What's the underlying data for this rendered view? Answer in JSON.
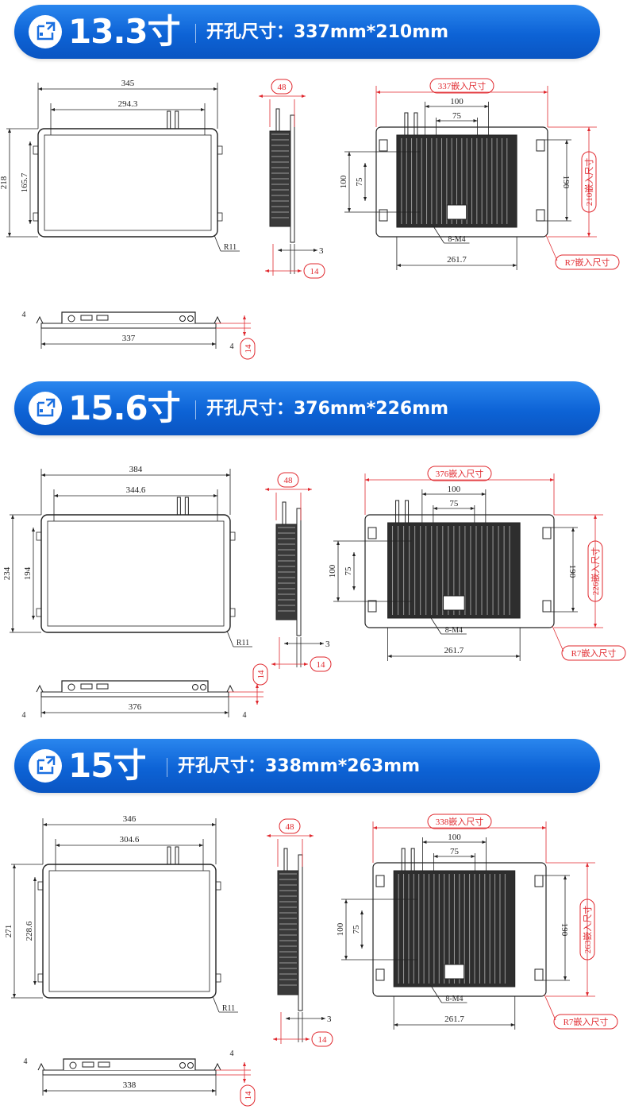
{
  "sections": [
    {
      "size": "13.3寸",
      "cutout": "开孔尺寸：337mm*210mm",
      "front": {
        "width": "345",
        "inner_width": "294.3",
        "height": "218",
        "inner_height": "165.7",
        "radius": "R11"
      },
      "side": {
        "depth": "48",
        "bezel": "3",
        "total": "14"
      },
      "back": {
        "embed_width": "337嵌入尺寸",
        "vesa_outer": "100",
        "vesa_inner": "75",
        "v_outer": "100",
        "v_inner": "75",
        "mount_h": "190",
        "embed_height": "210嵌入尺寸",
        "screws": "8-M4",
        "base": "261.7",
        "corner": "R7嵌入尺寸"
      },
      "bottom": {
        "clip_left": "4",
        "clip_right": "4",
        "width": "337",
        "thickness": "14"
      }
    },
    {
      "size": "15.6寸",
      "cutout": "开孔尺寸：376mm*226mm",
      "front": {
        "width": "384",
        "inner_width": "344.6",
        "height": "234",
        "inner_height": "194",
        "radius": "R11"
      },
      "side": {
        "depth": "48",
        "bezel": "3",
        "total": "14"
      },
      "back": {
        "embed_width": "376嵌入尺寸",
        "vesa_outer": "100",
        "vesa_inner": "75",
        "v_outer": "100",
        "v_inner": "75",
        "mount_h": "190",
        "embed_height": "226嵌入尺寸",
        "screws": "8-M4",
        "base": "261.7",
        "corner": "R7嵌入尺寸"
      },
      "bottom": {
        "clip_left": "4",
        "clip_right": "4",
        "width": "376",
        "thickness": "14"
      }
    },
    {
      "size": "15寸",
      "cutout": "开孔尺寸：338mm*263mm",
      "front": {
        "width": "346",
        "inner_width": "304.6",
        "height": "271",
        "inner_height": "228.6",
        "radius": "R11"
      },
      "side": {
        "depth": "48",
        "bezel": "3",
        "total": "14"
      },
      "back": {
        "embed_width": "338嵌入尺寸",
        "vesa_outer": "100",
        "vesa_inner": "75",
        "v_outer": "100",
        "v_inner": "75",
        "mount_h": "190",
        "embed_height": "263嵌入尺寸",
        "screws": "8-M4",
        "base": "261.7",
        "corner": "R7嵌入尺寸"
      },
      "bottom": {
        "clip_left": "4",
        "clip_right": "4",
        "width": "338",
        "thickness": "14"
      }
    }
  ],
  "colors": {
    "banner": "#0d63d6",
    "dimension_red": "#e0282e",
    "line": "#222222"
  }
}
